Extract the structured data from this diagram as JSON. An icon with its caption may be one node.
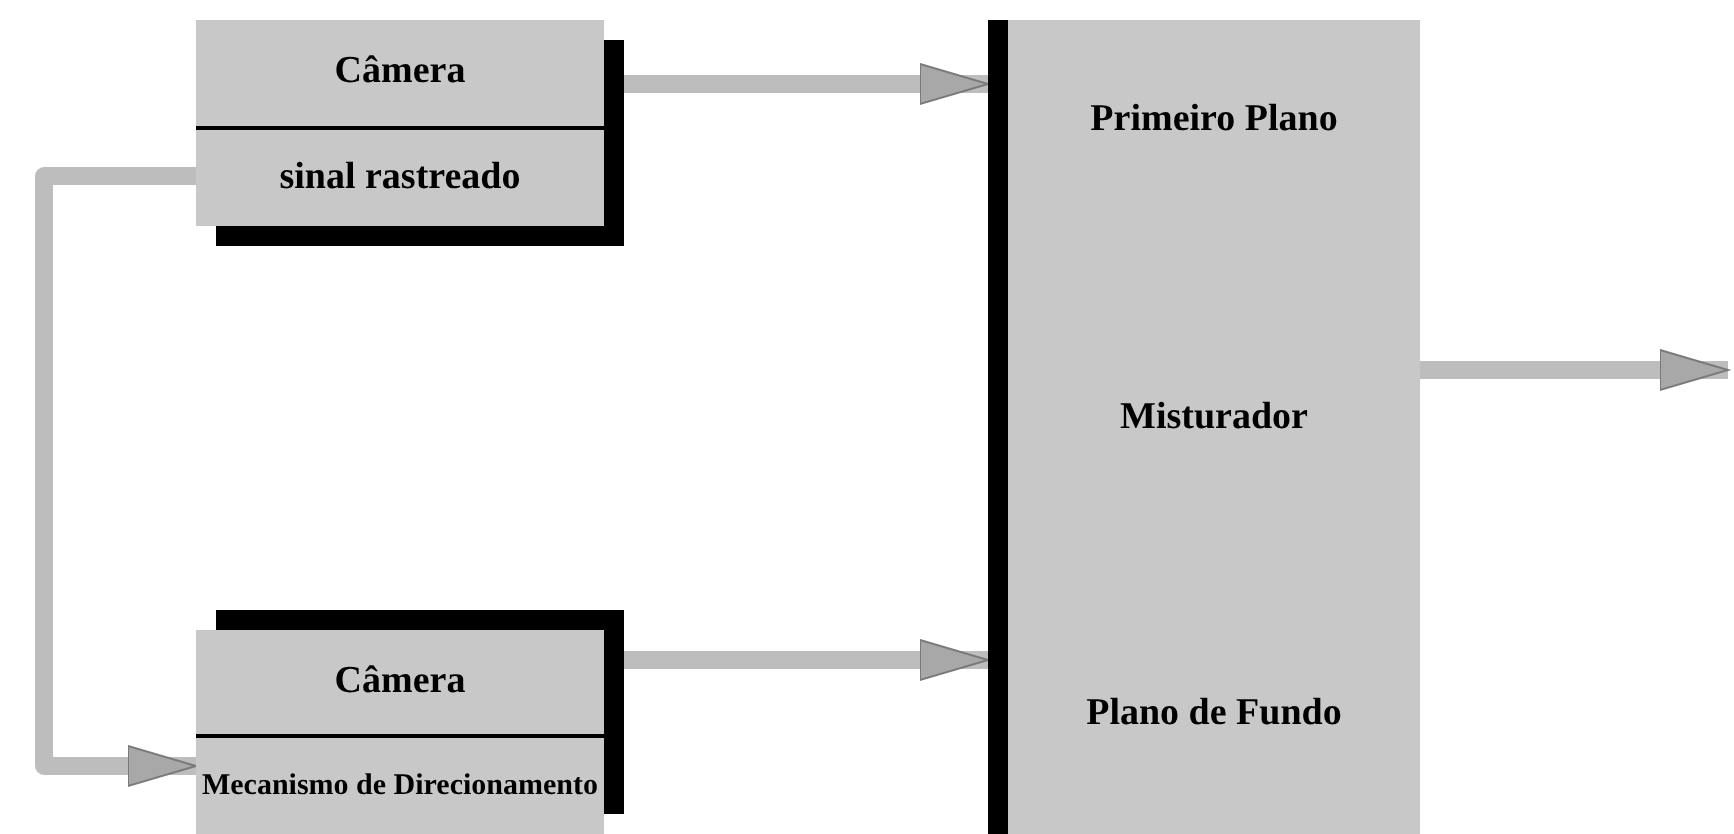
{
  "diagram": {
    "nodes": [
      {
        "text": [
          "Câmera"
        ]
      },
      {
        "text": [
          "sinal rastreado"
        ],
        "in": 0
      },
      {
        "text": [
          "Câmera"
        ]
      },
      {
        "text": [
          "Mecanismo de Direcionamento"
        ],
        "in": 2
      },
      {
        "text": [
          "Primeiro Plano",
          "Misturador",
          "Plano de Fundo"
        ]
      }
    ],
    "edges": [
      {
        "from": 0,
        "to": 4,
        "arrow": "to"
      },
      {
        "from": 2,
        "to": 4,
        "arrow": "to"
      },
      {
        "from": 1,
        "to": 3,
        "arrow": "to"
      },
      {
        "from": 4,
        "to": null,
        "arrow": "to"
      }
    ]
  }
}
